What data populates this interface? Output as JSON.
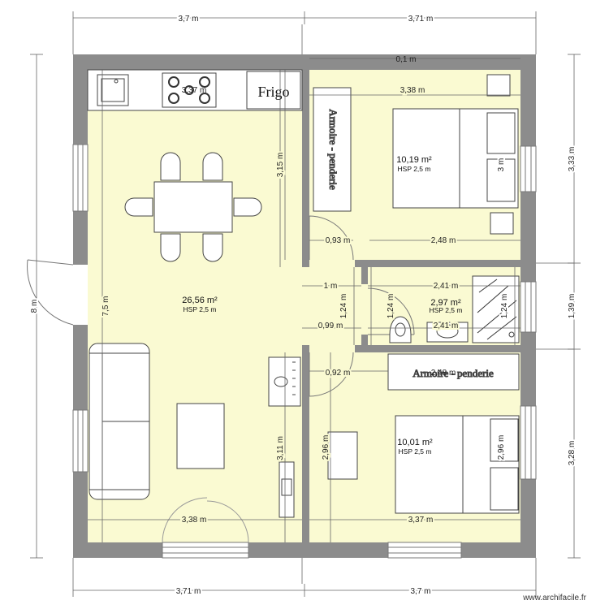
{
  "overall_dims": {
    "top_left": "3,7 m",
    "top_right": "3,71 m",
    "bottom_left": "3,71 m",
    "bottom_right": "3,7 m",
    "left_total": "8 m",
    "right_top": "3,33 m",
    "right_middle": "1,39 m",
    "right_bottom": "3,28 m"
  },
  "inner_dims": {
    "kitchen_wall": "3,37 m",
    "top_gap": "0,1 m",
    "bedroom1_width": "3,38 m",
    "living_height_left": "7,5 m",
    "partition_height": "3,15 m",
    "bedroom1_height": "3 m",
    "bedroom1_door": "0,93 m",
    "bedroom1_bottom": "2,48 m",
    "corridor_width": "1 m",
    "corridor_height_a": "1,24 m",
    "corridor_height_b": "1,24 m",
    "bath_width": "2,41 m",
    "bath_height": "1,24 m",
    "bath_bottom": "2,41 m",
    "corridor_bottom": "0,99 m",
    "bedroom2_door": "0,92 m",
    "bedroom2_wardrobe": "2,48 m",
    "partition_lower": "3,11 m",
    "bedroom2_left": "2,96 m",
    "bedroom2_right": "2,96 m",
    "living_bottom": "3,38 m",
    "bedroom2_bottom": "3,37 m"
  },
  "rooms": {
    "living": {
      "area": "26,56 m²",
      "hsp": "HSP 2,5 m"
    },
    "bedroom1": {
      "area": "10,19 m²",
      "hsp": "HSP 2,5 m"
    },
    "bathroom": {
      "area": "2,97 m²",
      "hsp": "HSP 2,5 m"
    },
    "bedroom2": {
      "area": "10,01 m²",
      "hsp": "HSP 2,5 m"
    }
  },
  "labels": {
    "fridge": "Frigo",
    "wardrobe1": "Armoire - penderie",
    "wardrobe2": "Armoire - penderie"
  },
  "credit": "www.archifacile.fr",
  "colors": {
    "wall": "#8c8c8c",
    "floor": "#fafad2",
    "dimension_line": "#555555"
  }
}
